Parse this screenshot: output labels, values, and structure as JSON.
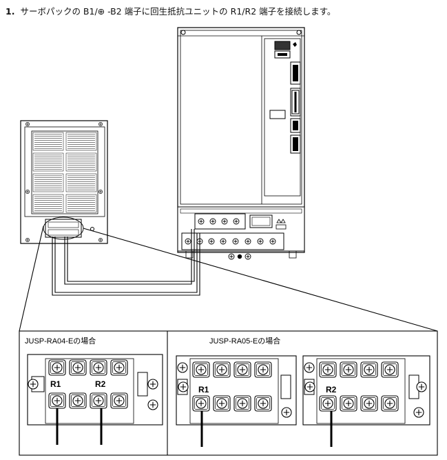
{
  "instruction": {
    "number": "1.",
    "text": "サーボパックの B1/⊕ -B2 端子に回生抵抗ユニットの R1/R2 端子を接続します。"
  },
  "detail": {
    "left_caption": "JUSP-RA04-Eの場合",
    "right_caption": "JUSP-RA05-Eの場合",
    "terminal_r1": "R1",
    "terminal_r2": "R2"
  },
  "colors": {
    "line": "#000000",
    "background": "#ffffff"
  }
}
